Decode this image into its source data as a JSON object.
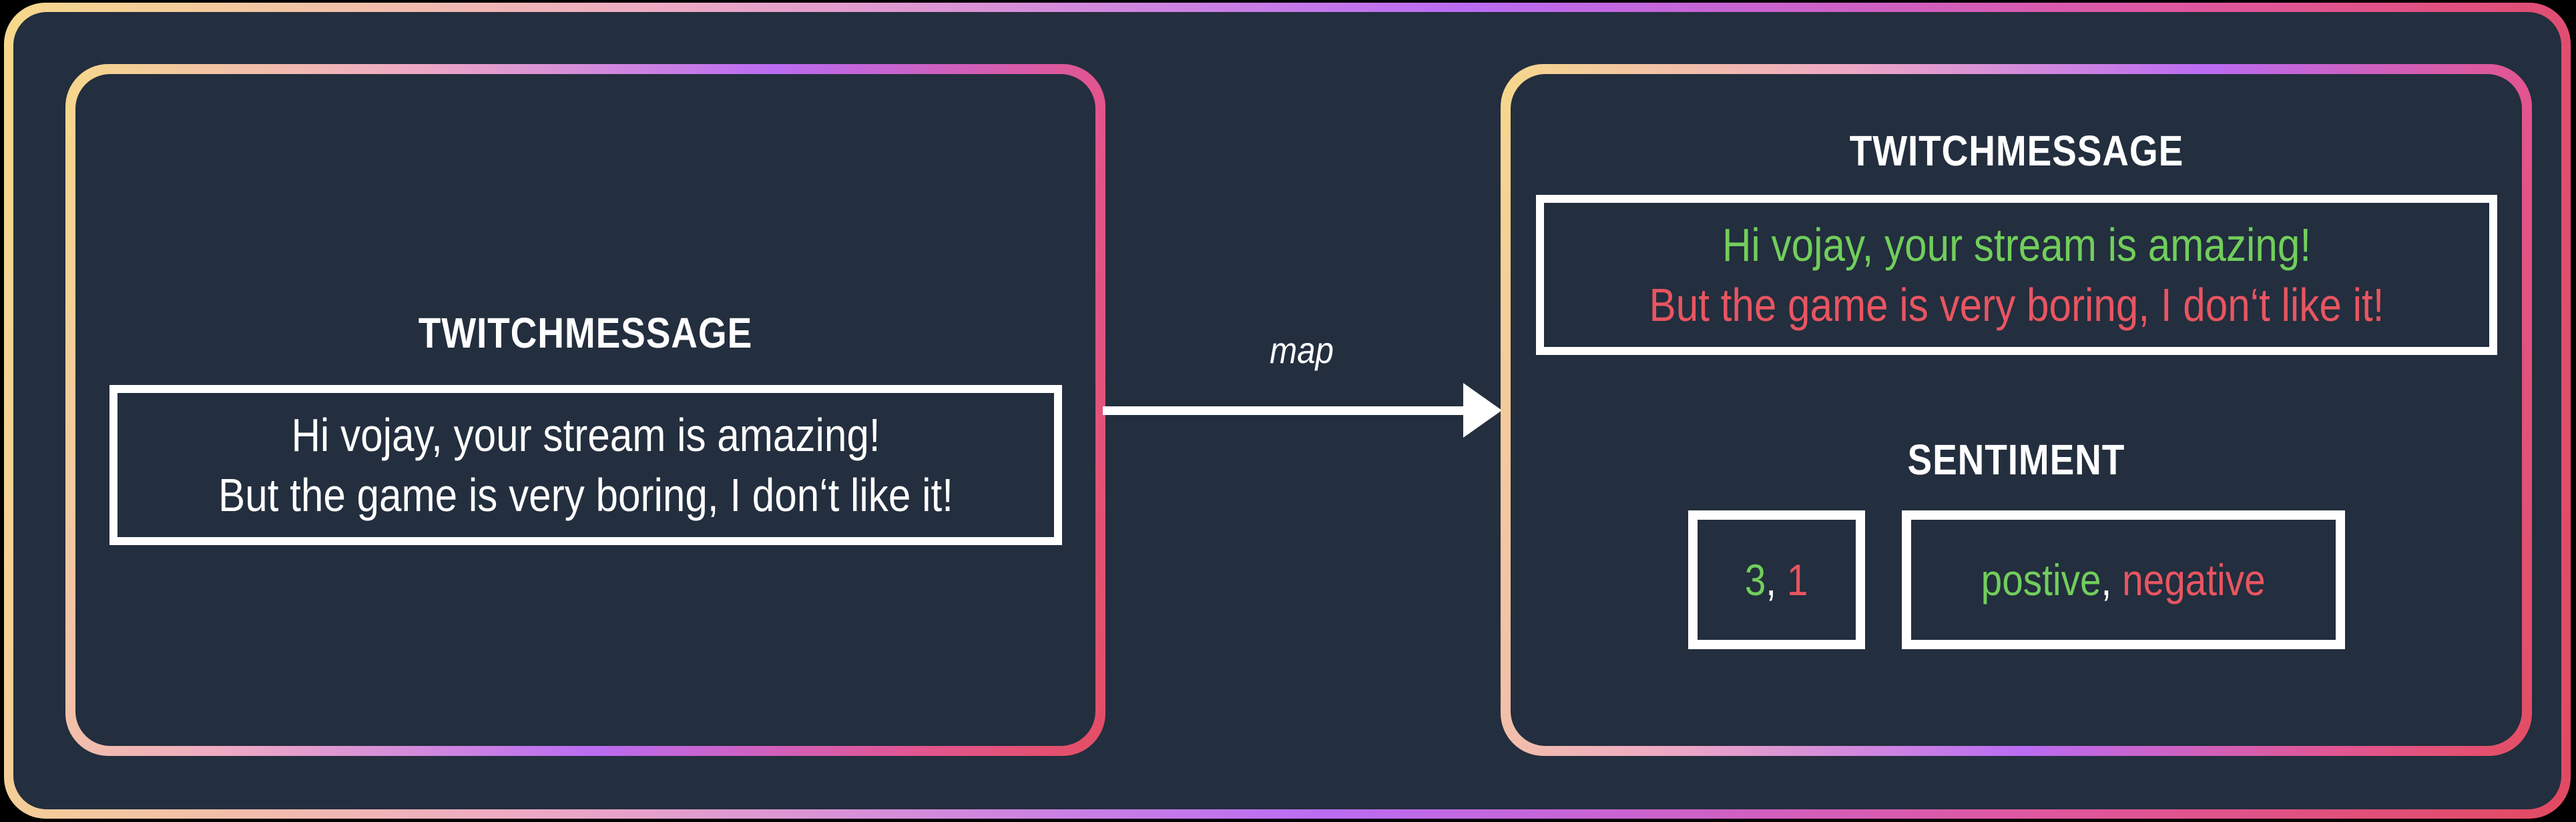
{
  "colors": {
    "page_background": "#000000",
    "panel_background": "#232e3e",
    "text_white": "#ffffff",
    "positive_green": "#71ce5b",
    "negative_red": "#e85561",
    "frame_gradient_stops": [
      "#f6d88b",
      "#eeaac3",
      "#ba6cf2",
      "#df57a0",
      "#e24a62"
    ]
  },
  "left_card": {
    "title": "TWITCHMESSAGE",
    "message": {
      "line1": "Hi vojay, your stream is amazing!",
      "line2": "But the game is very boring, I don‘t like it!"
    }
  },
  "arrow": {
    "label": "map"
  },
  "right_card": {
    "title": "TWITCHMESSAGE",
    "message": {
      "line1": "Hi vojay, your stream is amazing!",
      "line2": "But the game is very boring, I don‘t like it!"
    },
    "sentiment": {
      "title": "SENTIMENT",
      "scores": {
        "positive": "3",
        "separator": ", ",
        "negative": "1"
      },
      "labels": {
        "positive": "postive",
        "separator": ", ",
        "negative": "negative"
      }
    }
  }
}
